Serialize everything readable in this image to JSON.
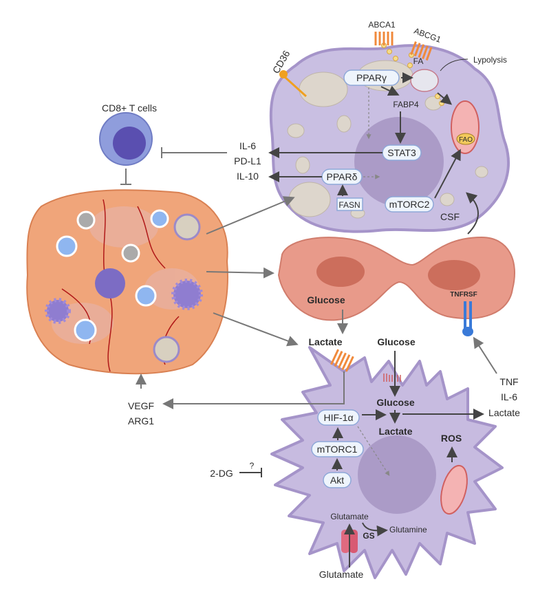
{
  "colors": {
    "macrophage_cell": "#c9bfe2",
    "macrophage_border": "#a594c9",
    "nucleus": "#ab9bc7",
    "tumor": "#f0a57a",
    "fibroblast": "#e89a8a",
    "dendritic_cell": "#c7bbe0",
    "protein_box_fill": "#eef4fc",
    "protein_box_border": "#8ea8d8",
    "receptor_orange": "#f08a3c",
    "tcell_outer": "#8f9ddc",
    "tcell_inner": "#5a4fb0"
  },
  "tcell": {
    "label": "CD8+ T cells"
  },
  "secreted_left": {
    "items": [
      "IL-6",
      "PD-L1",
      "IL-10"
    ]
  },
  "macrophage": {
    "abca1": "ABCA1",
    "abcg1": "ABCG1",
    "cd36": "CD36",
    "fa": "FA",
    "lypolysis": "Lypolysis",
    "ppar_gamma": "PPARγ",
    "fabp4": "FABP4",
    "stat3": "STAT3",
    "ppar_delta": "PPARδ",
    "fasn": "FASN",
    "mtorc2": "mTORC2",
    "fao": "FAO"
  },
  "csf": "CSF",
  "fibroblast": {
    "glucose": "Glucose",
    "tnfrsf": "TNFRSF"
  },
  "dendritic": {
    "lactate_top": "Lactate",
    "glucose_top": "Glucose",
    "glucose_inner": "Glucose",
    "lactate_inner": "Lactate",
    "hif1a": "HIF-1α",
    "mtorc1": "mTORC1",
    "akt": "Akt",
    "ros": "ROS",
    "glutamate_inner": "Glutamate",
    "glutamine": "Glutamine",
    "gs": "GS",
    "glutamate_bottom": "Glutamate"
  },
  "secreted_right": {
    "items": [
      "TNF",
      "IL-6",
      "Lactate"
    ]
  },
  "tumor_outputs": {
    "items": [
      "VEGF",
      "ARG1"
    ]
  },
  "inhibitor": {
    "label": "2-DG",
    "question": "?"
  }
}
